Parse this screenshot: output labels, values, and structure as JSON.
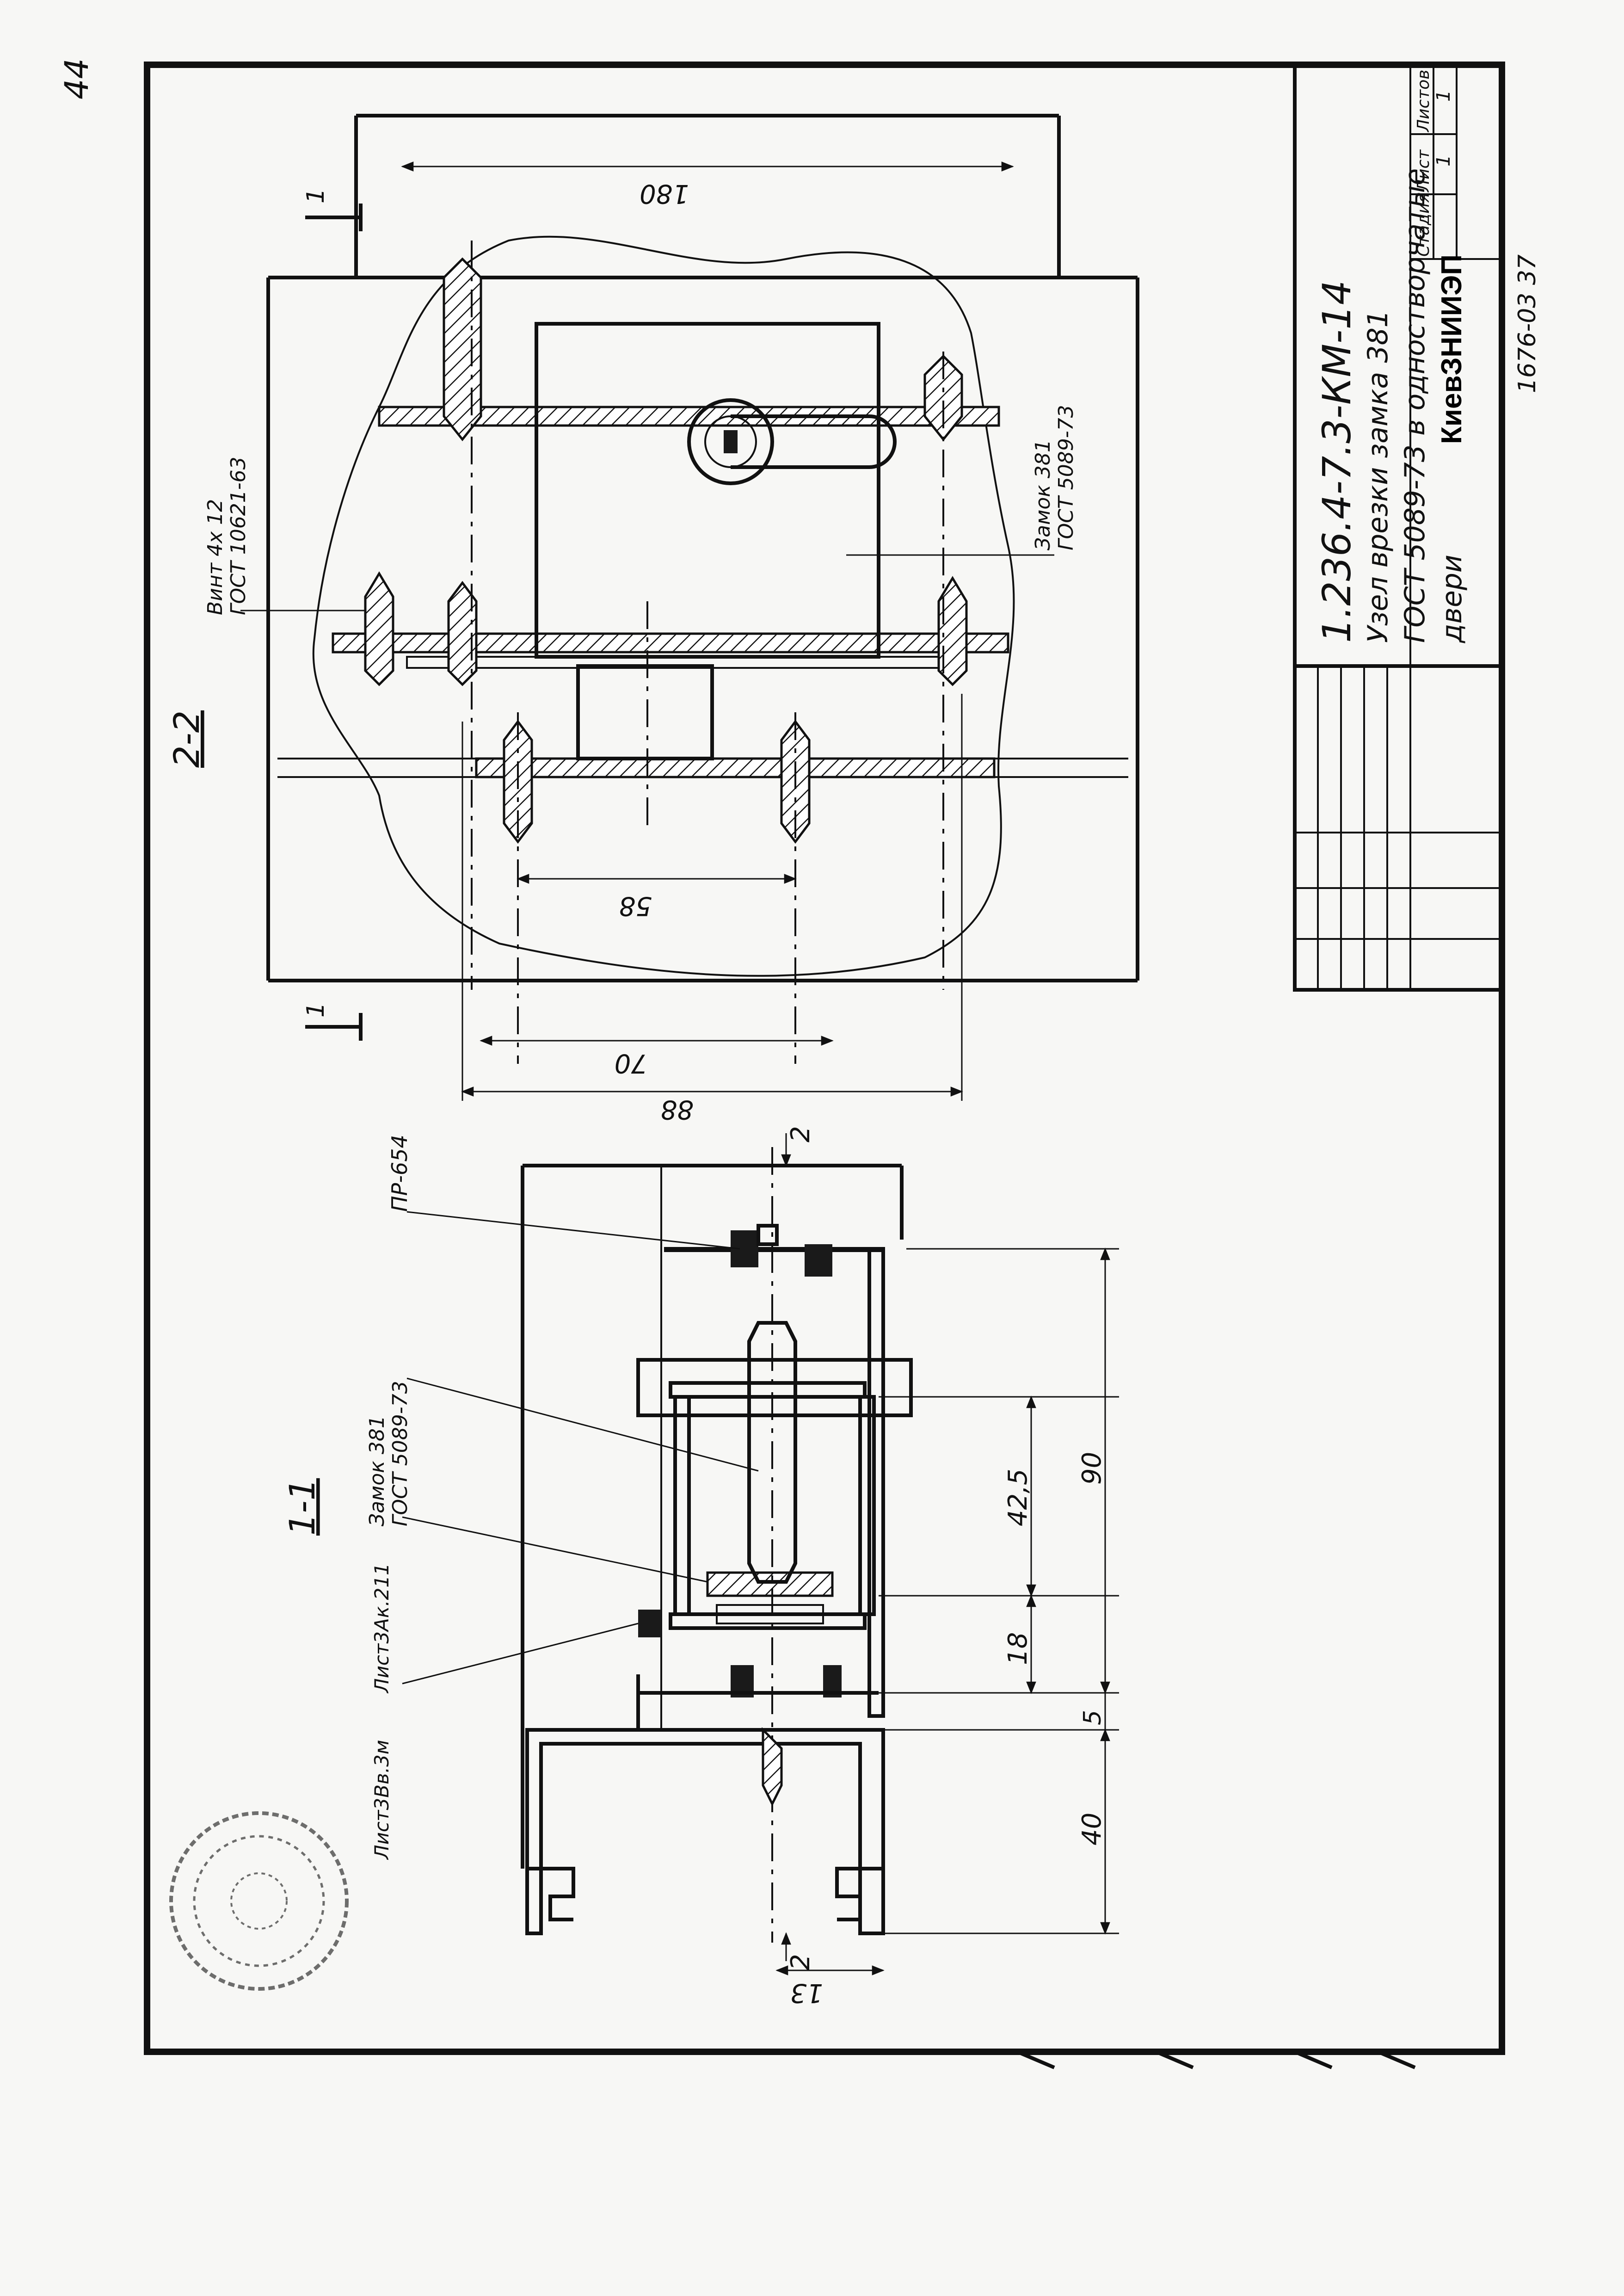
{
  "sheet": {
    "corner_mark": "44",
    "bottom_code": "1676-03 37"
  },
  "title_block": {
    "designation": "1.236.4-7.3-КМ-14",
    "description_lines": [
      "Узел врезки замка 381",
      "ГОСТ 5089-73 в одностворчатые",
      "двери"
    ],
    "stage_headers": [
      "Стадия",
      "Лист",
      "Листов"
    ],
    "stage_values": [
      "",
      "1",
      "1"
    ],
    "organization": "КиевЗНИИЭП"
  },
  "section_2_2": {
    "title": "2-2",
    "cut_mark_top": "1",
    "cut_mark_bottom": "1",
    "callout_screw_line1": "Винт 4х 12",
    "callout_screw_line2": "ГОСТ 10621-63",
    "callout_lock_line1": "Замок 381",
    "callout_lock_line2": "ГОСТ 5089-73",
    "dims": {
      "d180": "180",
      "d58": "58",
      "d70": "70",
      "d88": "88"
    }
  },
  "section_1_1": {
    "title": "1-1",
    "callout_profile": "ПР-654",
    "callout_lock_line1": "Замок 381",
    "callout_lock_line2": "ГОСТ 5089-73",
    "callout_sheet": "Лист3Ак.211",
    "callout_sheet2": "Лист3Вв.3м",
    "dims": {
      "d2a": "2",
      "d90": "90",
      "d42_5": "42,5",
      "d18": "18",
      "d5": "5",
      "d40": "40",
      "d2b": "2",
      "d13": "13"
    }
  }
}
